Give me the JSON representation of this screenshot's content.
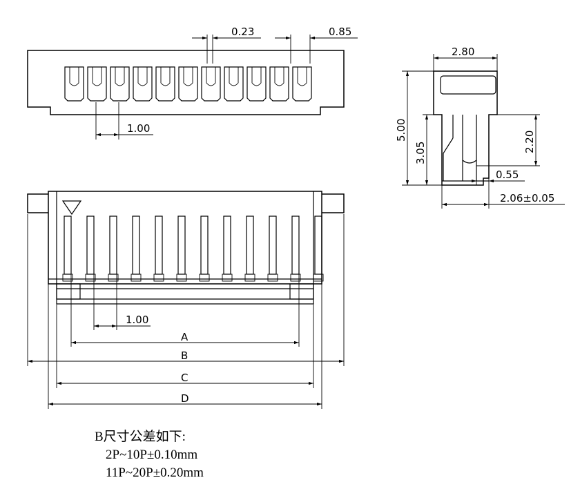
{
  "top_view": {
    "dim_pitch_gap": "0.23",
    "dim_wall": "0.85",
    "dim_pitch": "1.00"
  },
  "front_view": {
    "dim_pitch": "1.00",
    "label_a": "A",
    "label_b": "B",
    "label_c": "C",
    "label_d": "D",
    "pin1_marker_icon": "triangle-down"
  },
  "side_view": {
    "dim_width": "2.80",
    "dim_height_total": "5.00",
    "dim_height_body": "3.05",
    "dim_height_slot": "2.20",
    "dim_step": "0.55",
    "dim_base": "2.06±0.05"
  },
  "note": {
    "title": "B尺寸公差如下:",
    "line1": "2P~10P±0.10mm",
    "line2": "11P~20P±0.20mm"
  }
}
